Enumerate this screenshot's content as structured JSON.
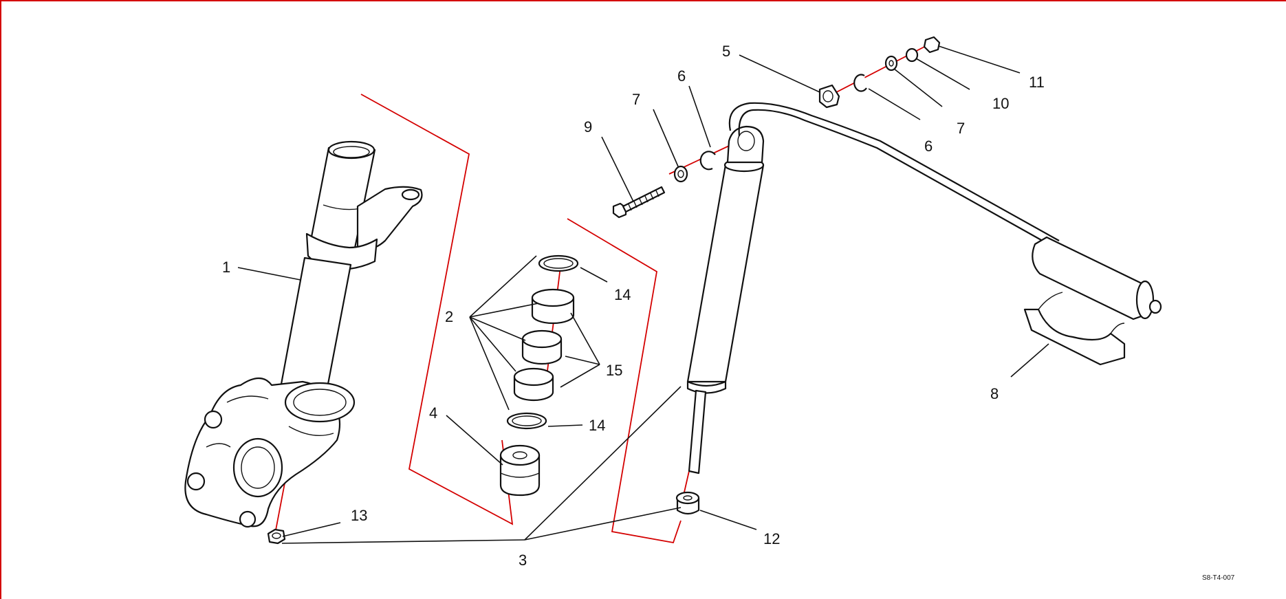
{
  "diagram": {
    "drawing_code": "S8-T4-007",
    "callouts": [
      "1",
      "2",
      "3",
      "4",
      "5",
      "6",
      "7",
      "9",
      "6",
      "7",
      "10",
      "11",
      "14",
      "15",
      "14",
      "8",
      "13",
      "12"
    ]
  }
}
